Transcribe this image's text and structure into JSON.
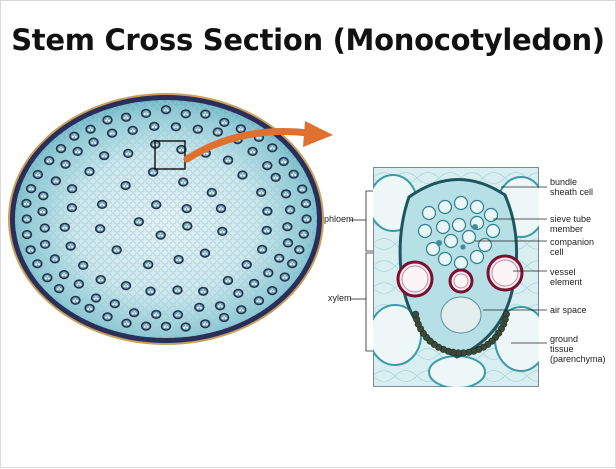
{
  "slide": {
    "title": "Stem Cross Section (Monocotyledon)"
  },
  "labels": {
    "left": {
      "phloem": "phloem",
      "xylem": "xylem"
    },
    "right": {
      "bundle_sheath_1": "bundle",
      "bundle_sheath_2": "sheath cell",
      "sieve_1": "sieve tube",
      "sieve_2": "member",
      "companion_1": "companion",
      "companion_2": "cell",
      "vessel_1": "vessel",
      "vessel_2": "element",
      "air_space": "air space",
      "ground_1": "ground",
      "ground_2": "tissue",
      "ground_3": "(parenchyma)"
    }
  },
  "colors": {
    "arrow": "#e07030",
    "cell_wall": "#3a9aa8",
    "cytoplasm": "#a8dde4",
    "lignin": "#7a1030",
    "epidermis": "#2a2e5a"
  }
}
